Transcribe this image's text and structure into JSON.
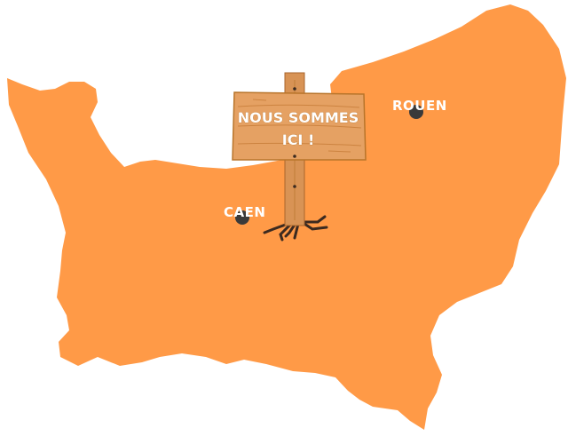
{
  "map": {
    "region_color": "#FF9A47",
    "cities": [
      {
        "name": "ROUEN"
      },
      {
        "name": "CAEN"
      }
    ]
  },
  "sign": {
    "line1": "NOUS SOMMES",
    "line2": "ICI !",
    "wood_color": "#E5A163"
  }
}
